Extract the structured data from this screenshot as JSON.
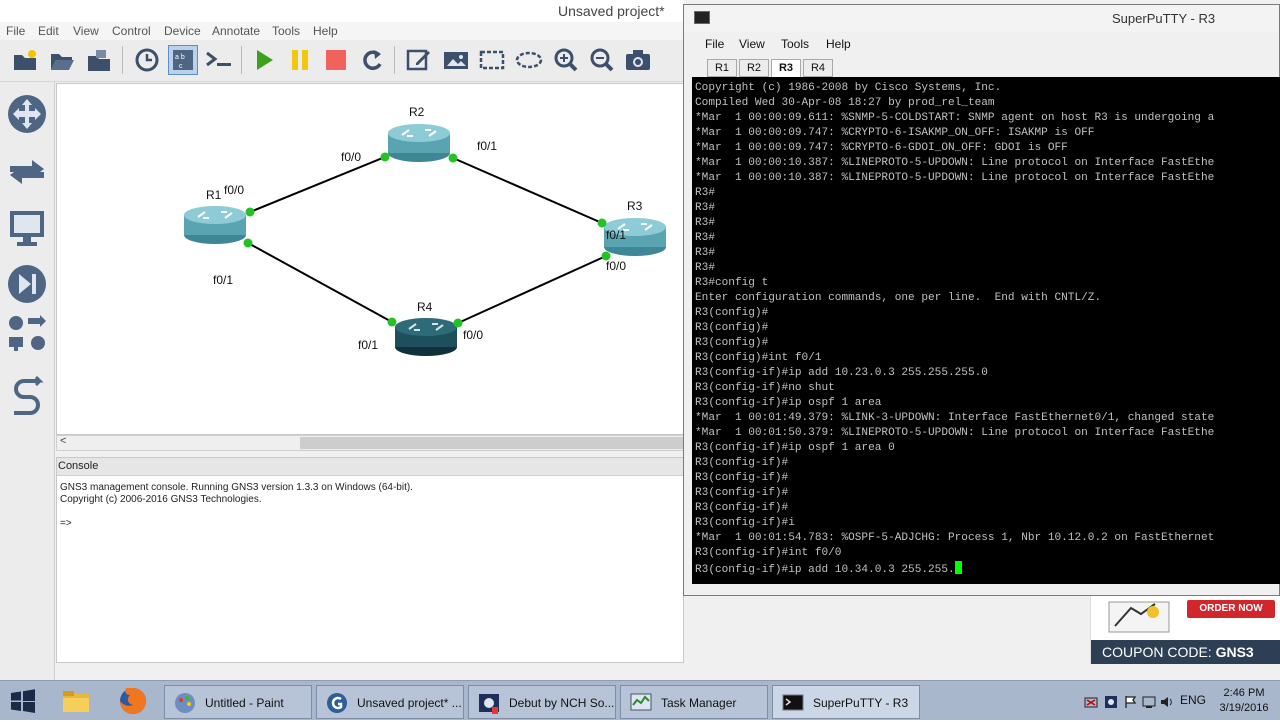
{
  "gns3": {
    "title": "Unsaved project*",
    "menu": [
      "File",
      "Edit",
      "View",
      "Control",
      "Device",
      "Annotate",
      "Tools",
      "Help"
    ],
    "topology": {
      "routers": [
        {
          "name": "R1"
        },
        {
          "name": "R2"
        },
        {
          "name": "R3"
        },
        {
          "name": "R4"
        }
      ],
      "interface_labels": {
        "r1_f00": "f0/0",
        "r1_f01": "f0/1",
        "r2_f00": "f0/0",
        "r2_f01": "f0/1",
        "r3_f01": "f0/1",
        "r3_f00": "f0/0",
        "r4_f01": "f0/1",
        "r4_f00": "f0/0"
      },
      "link_dot_color": "#22c322"
    },
    "console": {
      "title": "Console",
      "line1": "GNS3 management console. Running GNS3 version 1.3.3 on Windows (64-bit).",
      "line2": "Copyright (c) 2006-2016 GNS3 Technologies.",
      "prompt": "=>"
    }
  },
  "putty": {
    "title": "SuperPuTTY - R3",
    "menu": [
      "File",
      "View",
      "Tools",
      "Help"
    ],
    "tabs": [
      "R1",
      "R2",
      "R3",
      "R4"
    ],
    "active_tab": "R3",
    "terminal_lines": [
      "Copyright (c) 1986-2008 by Cisco Systems, Inc.",
      "Compiled Wed 30-Apr-08 18:27 by prod_rel_team",
      "*Mar  1 00:00:09.611: %SNMP-5-COLDSTART: SNMP agent on host R3 is undergoing a",
      "*Mar  1 00:00:09.747: %CRYPTO-6-ISAKMP_ON_OFF: ISAKMP is OFF",
      "*Mar  1 00:00:09.747: %CRYPTO-6-GDOI_ON_OFF: GDOI is OFF",
      "*Mar  1 00:00:10.387: %LINEPROTO-5-UPDOWN: Line protocol on Interface FastEthe",
      "*Mar  1 00:00:10.387: %LINEPROTO-5-UPDOWN: Line protocol on Interface FastEthe",
      "R3#",
      "R3#",
      "R3#",
      "R3#",
      "R3#",
      "R3#",
      "R3#config t",
      "Enter configuration commands, one per line.  End with CNTL/Z.",
      "R3(config)#",
      "R3(config)#",
      "R3(config)#",
      "R3(config)#int f0/1",
      "R3(config-if)#ip add 10.23.0.3 255.255.255.0",
      "R3(config-if)#no shut",
      "R3(config-if)#ip ospf 1 area",
      "*Mar  1 00:01:49.379: %LINK-3-UPDOWN: Interface FastEthernet0/1, changed state",
      "*Mar  1 00:01:50.379: %LINEPROTO-5-UPDOWN: Line protocol on Interface FastEthe",
      "R3(config-if)#ip ospf 1 area 0",
      "R3(config-if)#",
      "R3(config-if)#",
      "R3(config-if)#",
      "R3(config-if)#",
      "R3(config-if)#i",
      "*Mar  1 00:01:54.783: %OSPF-5-ADJCHG: Process 1, Nbr 10.12.0.2 on FastEthernet",
      "R3(config-if)#int f0/0"
    ],
    "current_input": "R3(config-if)#ip add 10.34.0.3 255.255."
  },
  "ad": {
    "order_label": "ORDER NOW",
    "coupon_prefix": "COUPON CODE: ",
    "coupon_code": "GNS3"
  },
  "taskbar": {
    "items": [
      {
        "label": "Untitled - Paint"
      },
      {
        "label": "Unsaved project* ..."
      },
      {
        "label": "Debut by NCH So..."
      },
      {
        "label": "Task Manager"
      },
      {
        "label": "SuperPuTTY - R3"
      }
    ],
    "lang": "ENG",
    "time": "2:46 PM",
    "date": "3/19/2016"
  }
}
